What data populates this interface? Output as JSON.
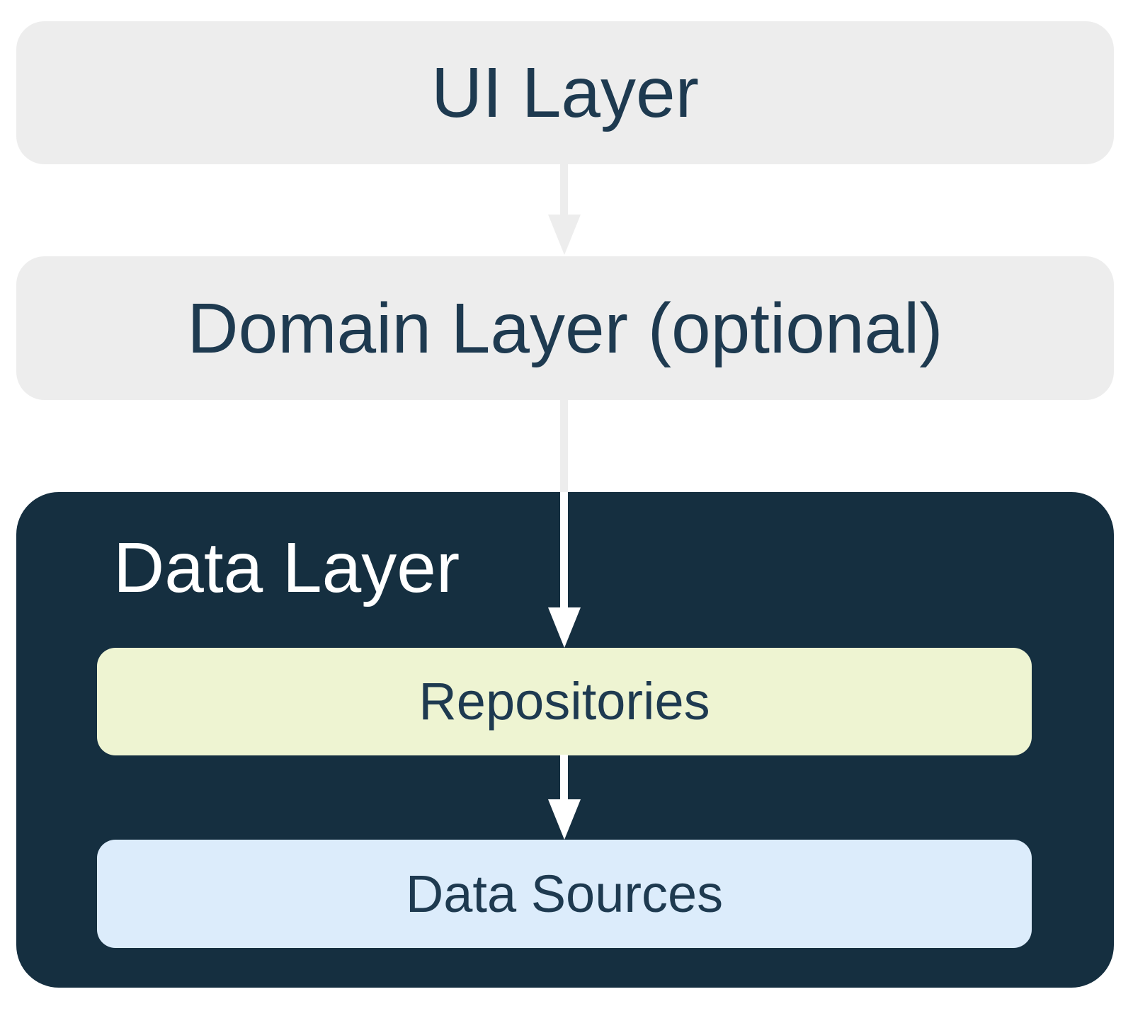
{
  "colors": {
    "background": "#FFFFFF",
    "layer_box_gray": "#EDEDED",
    "data_layer_navy": "#152F40",
    "repositories_fill": "#EEF4D2",
    "data_sources_fill": "#DCECFB",
    "text_navy": "#1E3A50",
    "text_on_dark": "#FFFFFF",
    "arrow_gray": "#EDEDED",
    "arrow_white": "#FFFFFF"
  },
  "nodes": {
    "ui_layer": {
      "label": "UI Layer"
    },
    "domain_layer": {
      "label": "Domain Layer (optional)"
    },
    "data_layer": {
      "label": "Data Layer",
      "repositories": {
        "label": "Repositories"
      },
      "data_sources": {
        "label": "Data Sources"
      }
    }
  },
  "arrows": [
    {
      "name": "ui-to-domain"
    },
    {
      "name": "domain-to-repositories"
    },
    {
      "name": "repositories-to-data-sources"
    }
  ]
}
